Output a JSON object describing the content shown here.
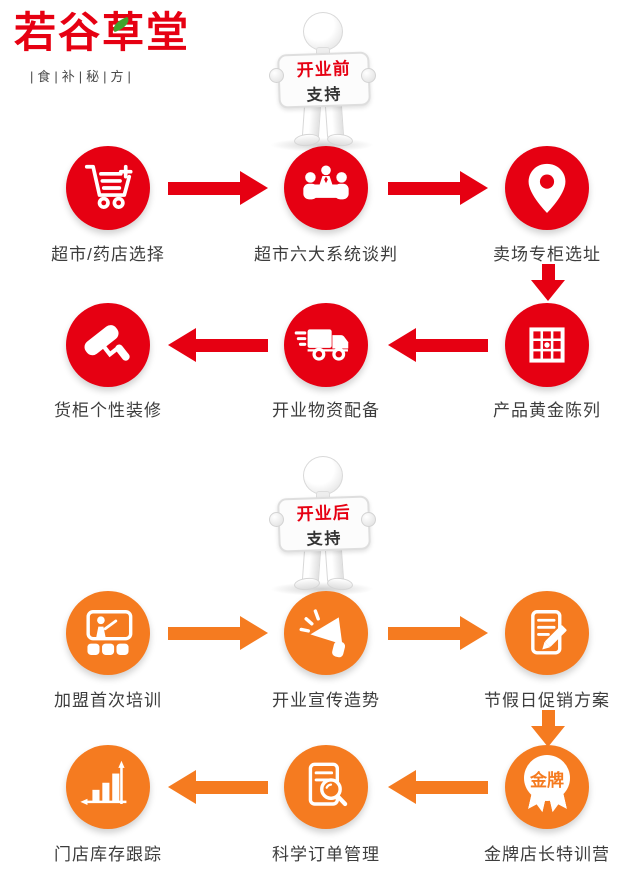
{
  "logo": {
    "name": "若谷草堂",
    "tagline": "|食|补|秘|方|",
    "brand_color": "#e60012",
    "leaf_color": "#3fa32c",
    "tagline_color": "#4a4a4a"
  },
  "figures": [
    {
      "sign_line1": "开业前",
      "sign_line2": "支持",
      "line1_color": "#e60012"
    },
    {
      "sign_line1": "开业后",
      "sign_line2": "支持",
      "line1_color": "#e60012"
    }
  ],
  "sections": [
    {
      "name": "pre-opening-support",
      "color": "#e60012",
      "rows": [
        {
          "order": "left-to-right",
          "steps": [
            {
              "icon": "cart-plus-icon",
              "label": "超市/药店选择"
            },
            {
              "icon": "meeting-icon",
              "label": "超市六大系统谈判"
            },
            {
              "icon": "map-pin-icon",
              "label": "卖场专柜选址"
            }
          ]
        },
        {
          "order": "right-to-left",
          "steps": [
            {
              "icon": "grid-display-icon",
              "label": "产品黄金陈列"
            },
            {
              "icon": "delivery-truck-icon",
              "label": "开业物资配备"
            },
            {
              "icon": "paint-roller-icon",
              "label": "货柜个性装修"
            }
          ]
        }
      ]
    },
    {
      "name": "post-opening-support",
      "color": "#f57b20",
      "rows": [
        {
          "order": "left-to-right",
          "steps": [
            {
              "icon": "classroom-training-icon",
              "label": "加盟首次培训"
            },
            {
              "icon": "megaphone-icon",
              "label": "开业宣传造势"
            },
            {
              "icon": "document-pencil-icon",
              "label": "节假日促销方案"
            }
          ]
        },
        {
          "order": "right-to-left",
          "steps": [
            {
              "icon": "medal-icon",
              "label": "金牌店长特训营",
              "badge_text": "金牌"
            },
            {
              "icon": "document-magnifier-icon",
              "label": "科学订单管理"
            },
            {
              "icon": "bar-chart-icon",
              "label": "门店库存跟踪"
            }
          ]
        }
      ]
    }
  ]
}
